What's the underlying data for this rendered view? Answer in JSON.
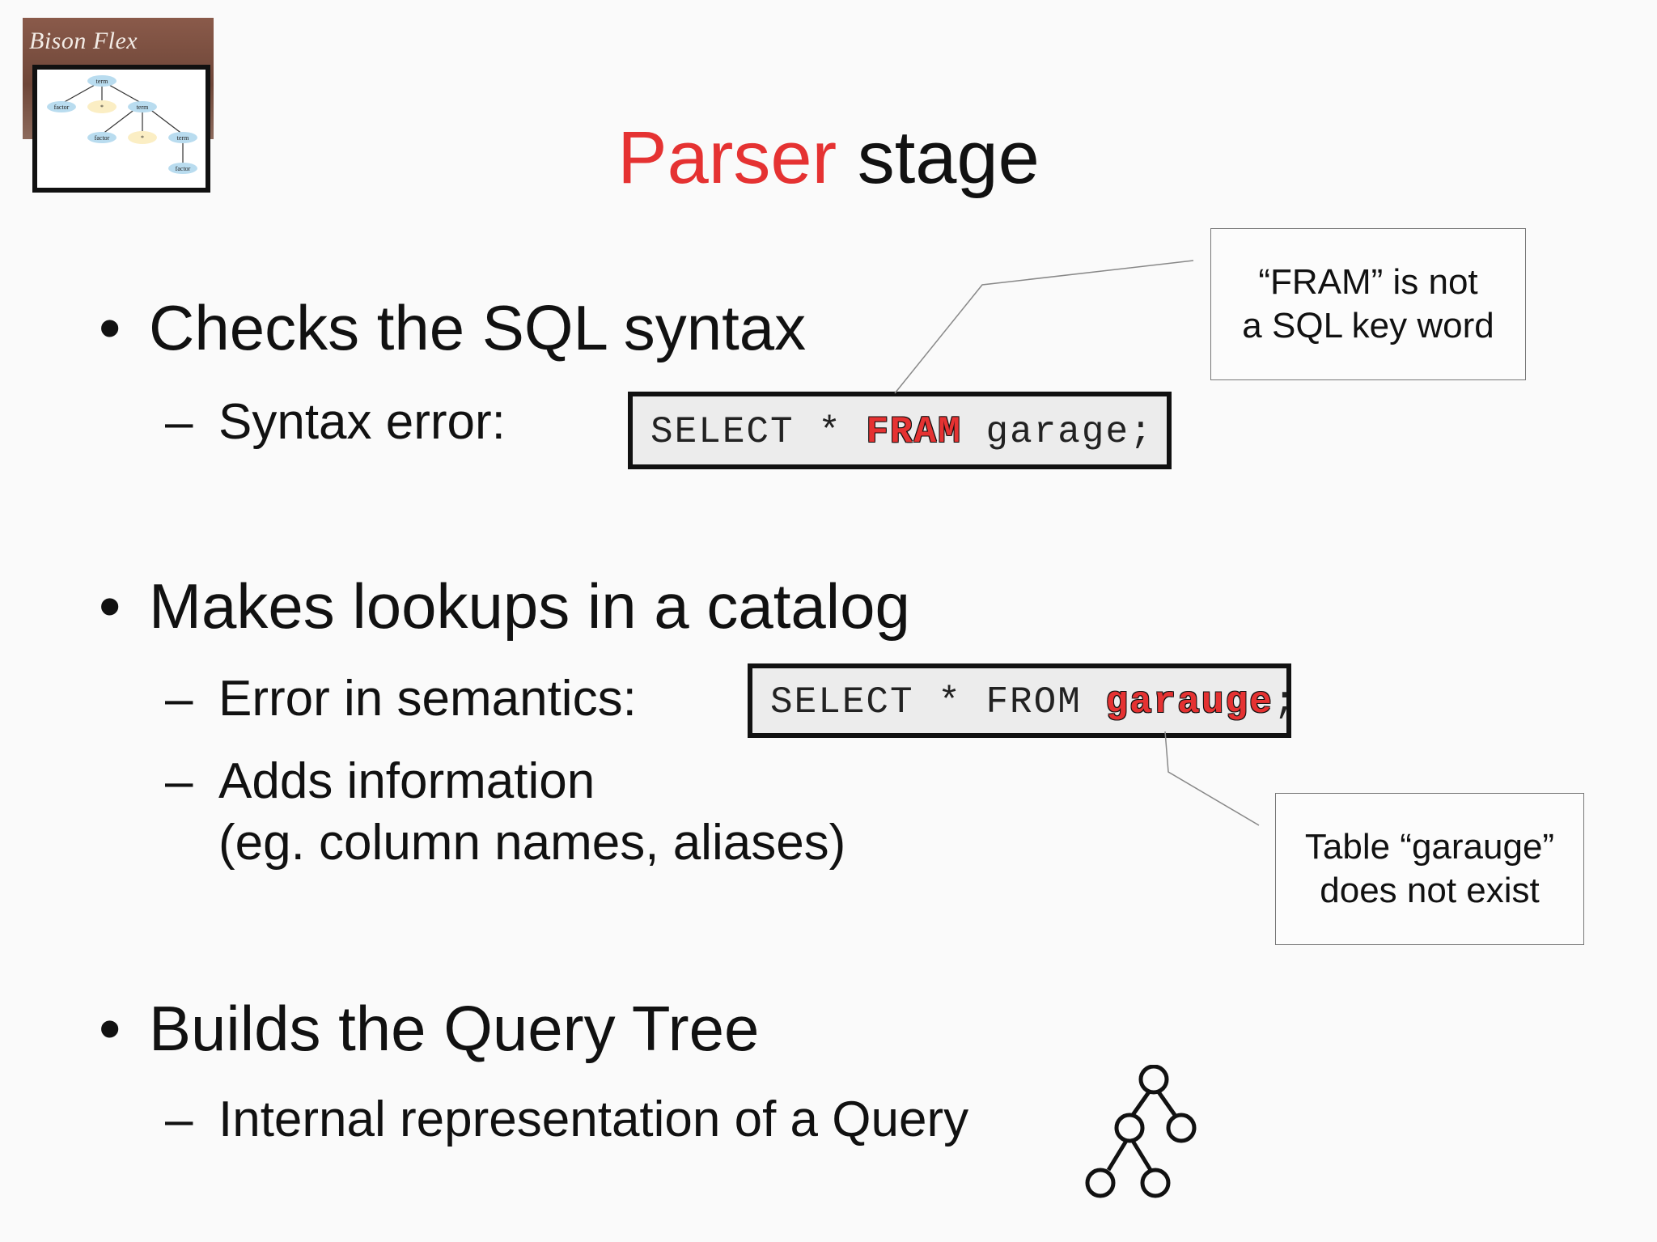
{
  "logo": {
    "text": "Bison Flex",
    "tree_nodes": [
      "term",
      "factor",
      "*",
      "term",
      "factor",
      "*",
      "term",
      "factor"
    ]
  },
  "title": {
    "accent": "Parser",
    "rest": " stage",
    "accent_color": "#e53232"
  },
  "sections": [
    {
      "bullet": "Checks the SQL syntax",
      "subs": [
        {
          "label": "Syntax error:",
          "code": {
            "before": "SELECT * ",
            "error": "FRAM",
            "after": " garage;"
          }
        }
      ],
      "callout": {
        "line1": "“FRAM” is not",
        "line2": "a SQL key word"
      }
    },
    {
      "bullet": "Makes lookups in a catalog",
      "subs": [
        {
          "label": "Error in semantics:",
          "code": {
            "before": "SELECT * FROM ",
            "error": "garauge",
            "after": ";"
          }
        },
        {
          "line1": "Adds information",
          "line2": "(eg. column names, aliases)"
        }
      ],
      "callout": {
        "line1": "Table “garauge”",
        "line2": "does not exist"
      }
    },
    {
      "bullet": "Builds the Query Tree",
      "subs": [
        {
          "label": "Internal representation of a Query"
        }
      ],
      "icon": "tree-icon"
    }
  ],
  "symbols": {
    "bullet": "•",
    "dash": "–"
  }
}
